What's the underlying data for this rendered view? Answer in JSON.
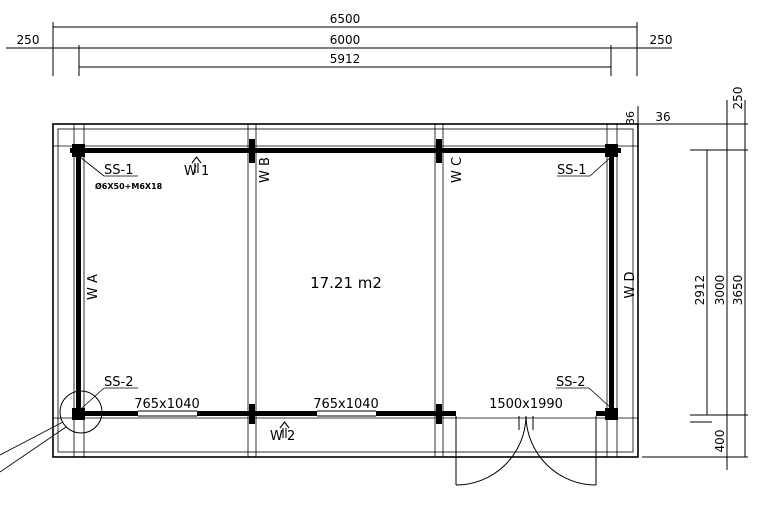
{
  "dimensions": {
    "total_width": "6500",
    "left_overhang": "250",
    "inner_width": "6000",
    "right_overhang": "250",
    "wall_span": "5912",
    "wall_thickness_a": "36",
    "wall_thickness_b": "36",
    "top_overhang": "250",
    "inner_depth": "2912",
    "depth": "3000",
    "total_depth": "3650",
    "front_overhang": "400"
  },
  "floor_area": "17.21 m2",
  "posts": [
    {
      "label": "SS-1",
      "note": "Ø6X50+M6X18"
    },
    {
      "label": "SS-1"
    },
    {
      "label": "SS-2"
    },
    {
      "label": "SS-2"
    }
  ],
  "walls": {
    "top_left": "W 1",
    "top_b": "W B",
    "top_c": "W C",
    "left": "W A",
    "right": "W D",
    "bottom": "W 2"
  },
  "openings": [
    {
      "label": "765x1040"
    },
    {
      "label": "765x1040"
    },
    {
      "label": "1500x1990"
    }
  ]
}
